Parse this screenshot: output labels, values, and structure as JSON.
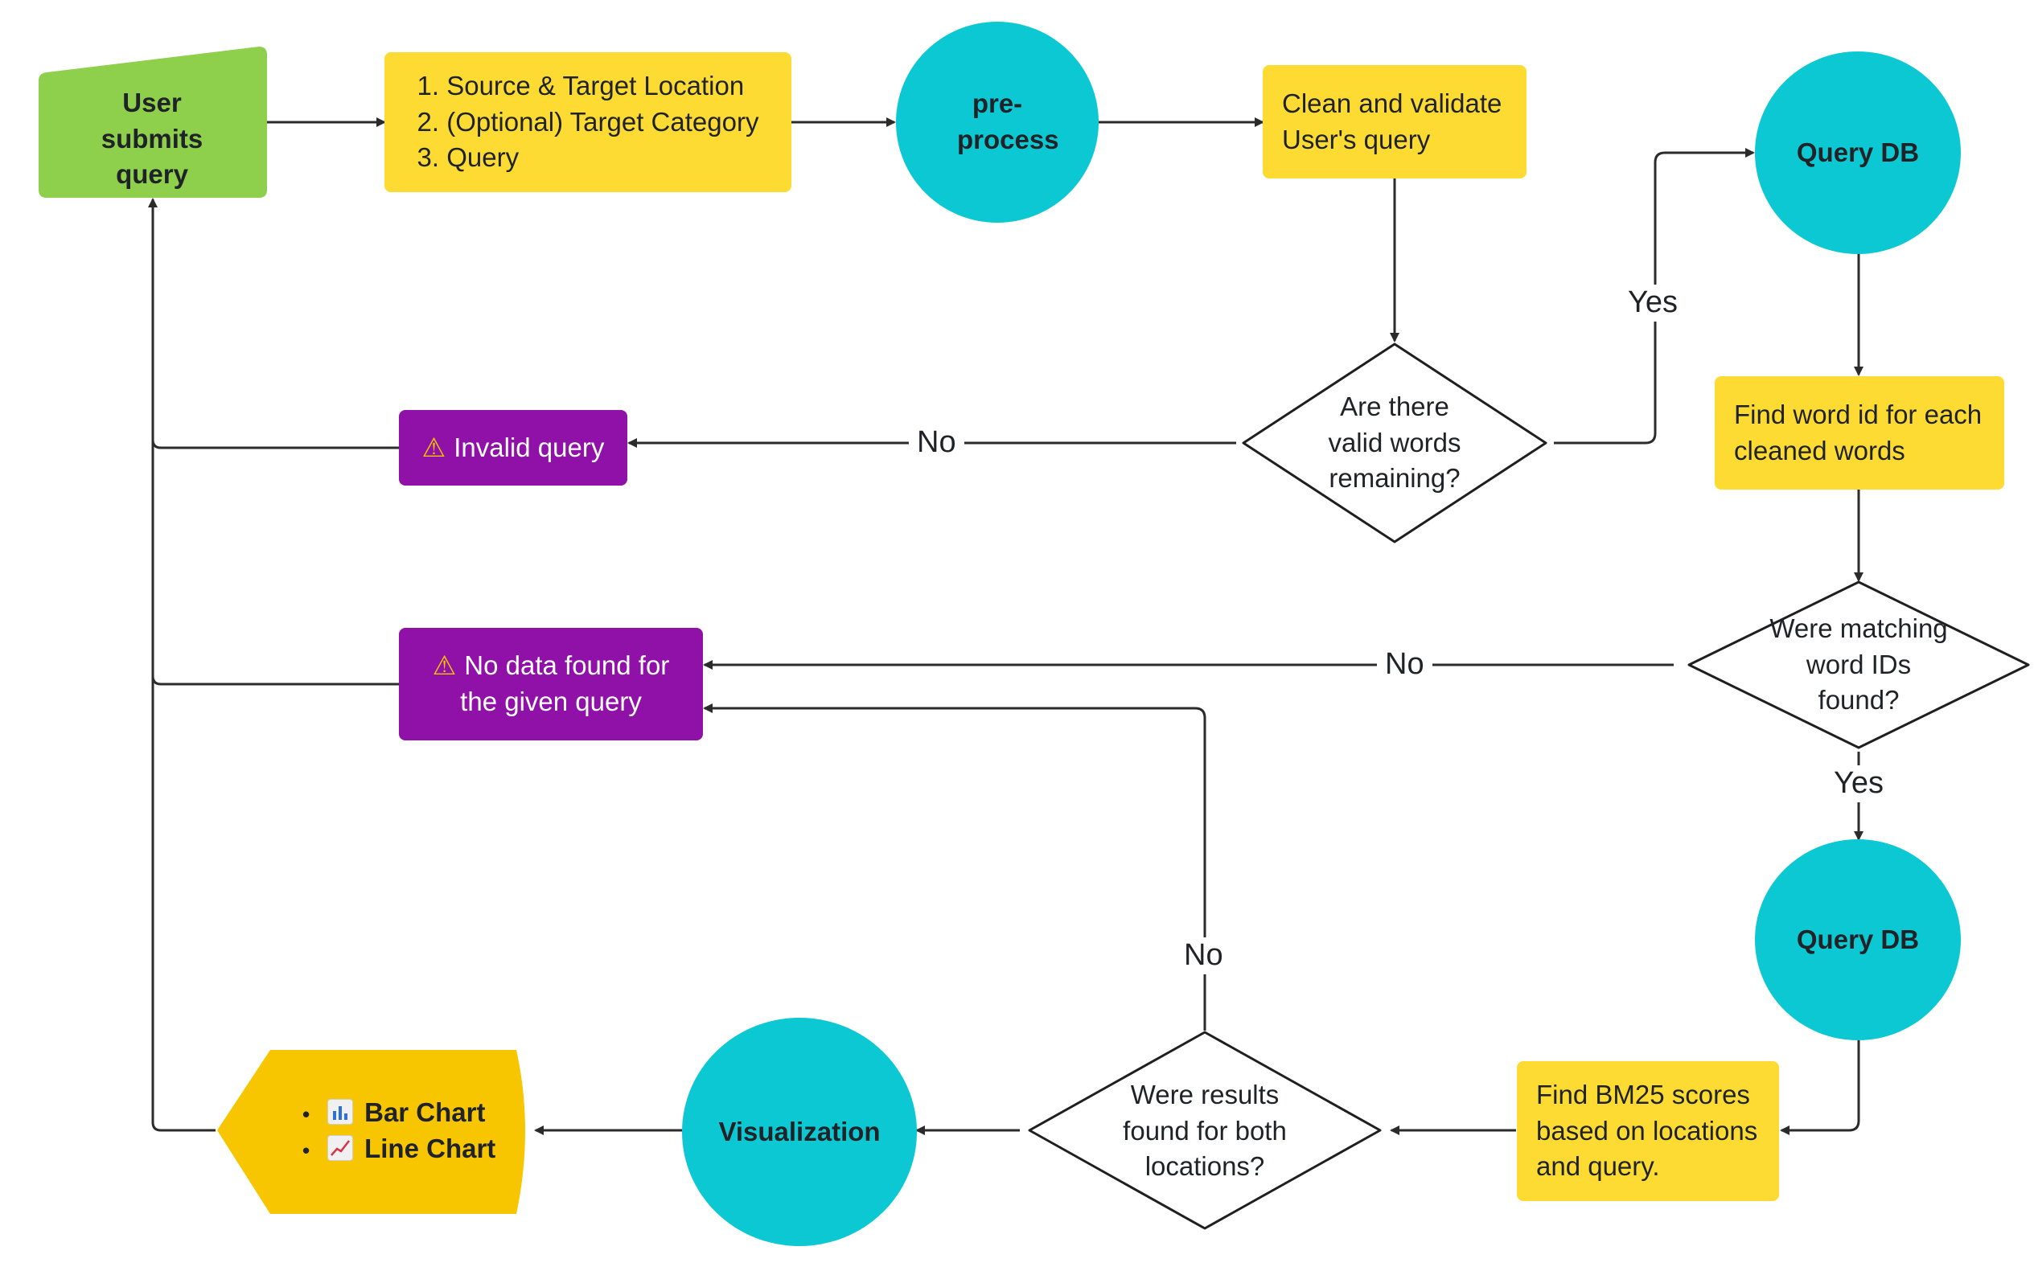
{
  "nodes": {
    "user_submits": "User submits query",
    "inputs": [
      "1. Source & Target Location",
      "2. (Optional) Target Category",
      "3. Query"
    ],
    "preprocess": "pre-process",
    "clean_validate": "Clean and validate User's query",
    "query_db_1": "Query DB",
    "valid_words_decision": "Are there valid words remaining?",
    "invalid_query": "Invalid query",
    "find_word_id": "Find word id for each cleaned words",
    "matching_ids_decision": "Were matching word IDs found?",
    "no_data": "No data found for the given query",
    "query_db_2": "Query DB",
    "bm25": "Find BM25 scores based on locations and query.",
    "results_decision": "Were results found for both locations?",
    "visualization": "Visualization",
    "outputs": [
      "Bar Chart",
      "Line Chart"
    ]
  },
  "edge_labels": {
    "yes_1": "Yes",
    "no_1": "No",
    "no_2": "No",
    "yes_2": "Yes",
    "no_3": "No"
  },
  "icons": {
    "warning": "warning-icon",
    "bar_chart": "bar-chart-icon",
    "line_chart": "line-chart-icon"
  },
  "colors": {
    "process": "#fedb32",
    "database": "#0cc8d3",
    "error": "#9011a8",
    "start": "#8ed04c",
    "output": "#f7c600"
  }
}
